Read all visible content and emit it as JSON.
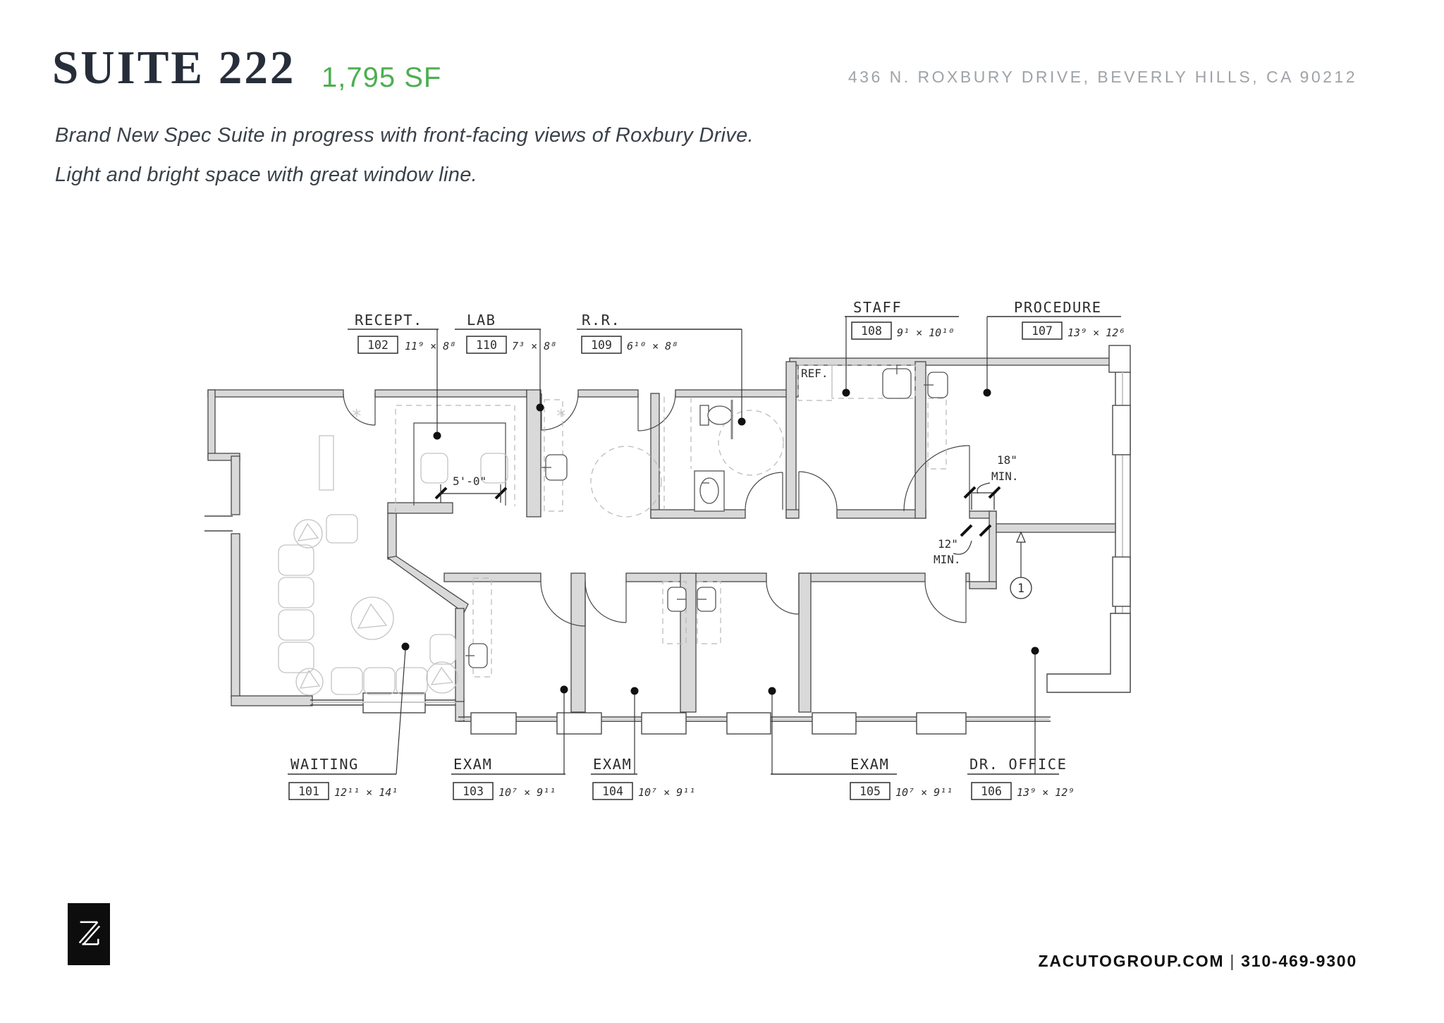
{
  "header": {
    "title": "SUITE 222",
    "area": "1,795 SF",
    "address": "436 N. ROXBURY DRIVE, BEVERLY HILLS, CA 90212"
  },
  "description": {
    "line1": "Brand New Spec Suite in progress with front-facing views of Roxbury Drive.",
    "line2": "Light and bright space with great window line."
  },
  "plan": {
    "rooms": [
      {
        "name": "RECEPT.",
        "number": "102",
        "dims": "11⁹ × 8⁸"
      },
      {
        "name": "LAB",
        "number": "110",
        "dims": "7³ × 8⁸"
      },
      {
        "name": "R.R.",
        "number": "109",
        "dims": "6¹⁰ × 8⁸"
      },
      {
        "name": "STAFF",
        "number": "108",
        "dims": "9¹ × 10¹⁰"
      },
      {
        "name": "PROCEDURE",
        "number": "107",
        "dims": "13⁹ × 12⁶"
      },
      {
        "name": "WAITING",
        "number": "101",
        "dims": "12¹¹ × 14¹"
      },
      {
        "name": "EXAM",
        "number": "103",
        "dims": "10⁷ × 9¹¹"
      },
      {
        "name": "EXAM",
        "number": "104",
        "dims": "10⁷ × 9¹¹"
      },
      {
        "name": "EXAM",
        "number": "105",
        "dims": "10⁷ × 9¹¹"
      },
      {
        "name": "DR. OFFICE",
        "number": "106",
        "dims": "13⁹ × 12⁹"
      }
    ],
    "annotations": {
      "dim_5_0": "5'-0\"",
      "dim_18": "18\"",
      "dim_18_min": "MIN.",
      "dim_12": "12\"",
      "dim_12_min": "MIN.",
      "detail_marker": "1",
      "ref_label": "REF."
    }
  },
  "footer": {
    "website": "ZACUTOGROUP.COM",
    "separator": "|",
    "phone": "310-469-9300"
  },
  "colors": {
    "accent_green": "#4CAF50",
    "title_navy": "#272E3A",
    "address_gray": "#9EA3A8"
  }
}
